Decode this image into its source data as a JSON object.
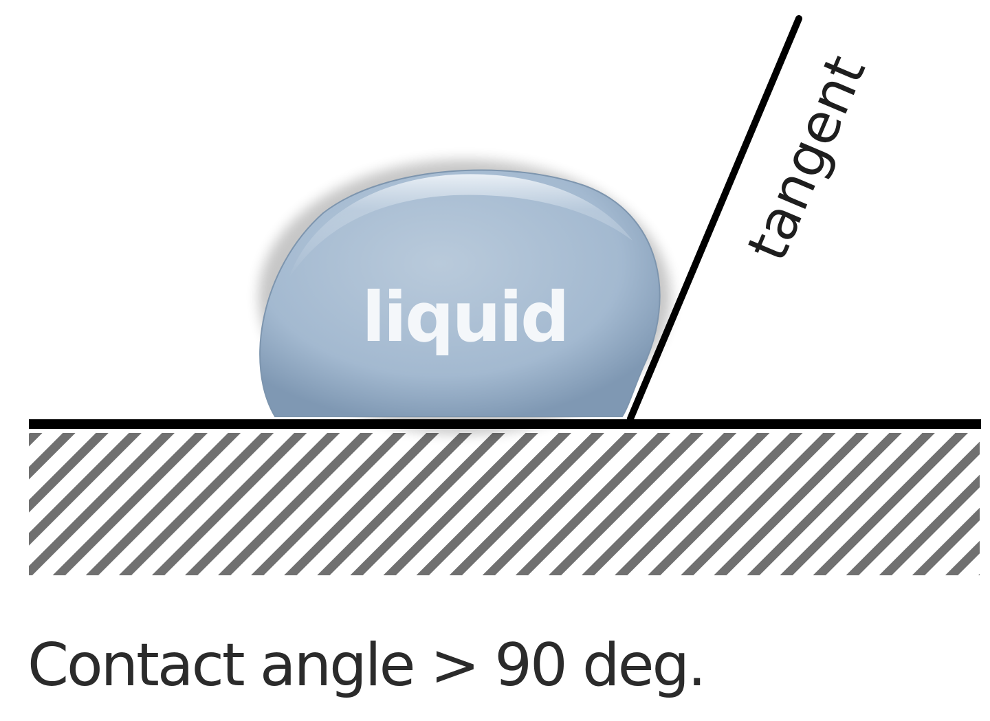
{
  "droplet": {
    "label": "liquid",
    "fill_color": "#a3b9d0",
    "label_color": "#f4f7fa"
  },
  "tangent": {
    "label": "tangent",
    "line_color": "#000000"
  },
  "surface": {
    "line_color": "#000000",
    "hatch_color": "#707070"
  },
  "caption": "Contact angle > 90 deg."
}
